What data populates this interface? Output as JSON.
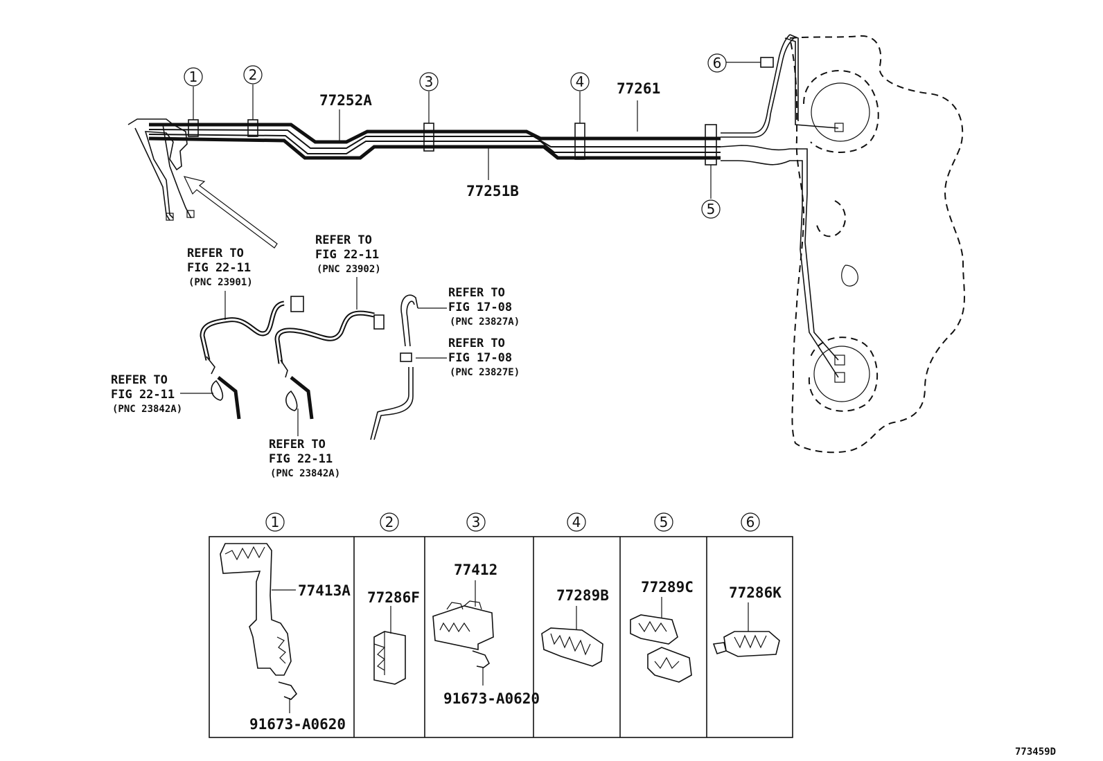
{
  "callouts": {
    "c1": "1",
    "c2": "2",
    "c3": "3",
    "c4": "4",
    "c5": "5",
    "c6": "6"
  },
  "main_parts": {
    "tube_upper": "77252A",
    "tube_lower": "77251B",
    "tube_right": "77261"
  },
  "references": {
    "r1": {
      "line1": "REFER TO",
      "line2": "FIG 22-11",
      "line3": "(PNC 23901)"
    },
    "r2": {
      "line1": "REFER TO",
      "line2": "FIG 22-11",
      "line3": "(PNC 23902)"
    },
    "r3": {
      "line1": "REFER TO",
      "line2": "FIG 17-08",
      "line3": "(PNC 23827A)"
    },
    "r4": {
      "line1": "REFER TO",
      "line2": "FIG 17-08",
      "line3": "(PNC 23827E)"
    },
    "r5": {
      "line1": "REFER TO",
      "line2": "FIG 22-11",
      "line3": "(PNC 23842A)"
    },
    "r6": {
      "line1": "REFER TO",
      "line2": "FIG 22-11",
      "line3": "(PNC 23842A)"
    }
  },
  "clamp_panels": [
    {
      "num": "1",
      "part": "77413A",
      "bolt": "91673-A0620"
    },
    {
      "num": "2",
      "part": "77286F"
    },
    {
      "num": "3",
      "part": "77412",
      "bolt": "91673-A0620"
    },
    {
      "num": "4",
      "part": "77289B"
    },
    {
      "num": "5",
      "part": "77289C"
    },
    {
      "num": "6",
      "part": "77286K"
    }
  ],
  "figure_id": "773459D"
}
